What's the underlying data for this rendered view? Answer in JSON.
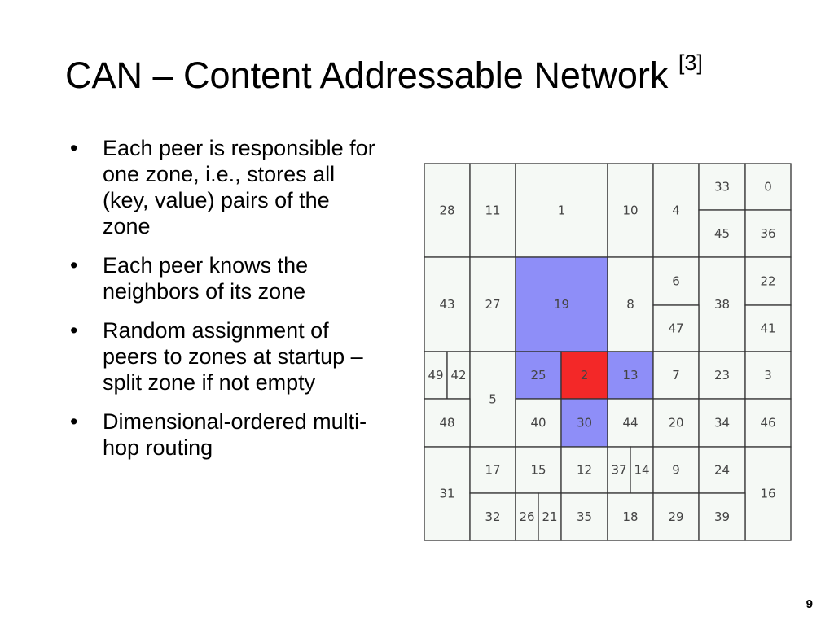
{
  "slide": {
    "title": "CAN – Content Addressable Network",
    "title_ref": "[3]",
    "page_number": "9"
  },
  "bullets": [
    "Each peer is responsible for one zone, i.e., stores all (key, value) pairs of the zone",
    "Each peer knows the neighbors of its zone",
    "Random assignment of peers to zones at startup – split zone if not empty",
    "Dimensional-ordered multi-hop routing"
  ],
  "zone_grid": {
    "colors": {
      "default": "#f5f9f5",
      "highlight_blue": "#8e8ef8",
      "highlight_red": "#f32828",
      "border": "#333333"
    },
    "zones": [
      {
        "label": "28",
        "fill": "default"
      },
      {
        "label": "11",
        "fill": "default"
      },
      {
        "label": "1",
        "fill": "default"
      },
      {
        "label": "10",
        "fill": "default"
      },
      {
        "label": "4",
        "fill": "default"
      },
      {
        "label": "33",
        "fill": "default"
      },
      {
        "label": "0",
        "fill": "default"
      },
      {
        "label": "45",
        "fill": "default"
      },
      {
        "label": "36",
        "fill": "default"
      },
      {
        "label": "43",
        "fill": "default"
      },
      {
        "label": "27",
        "fill": "default"
      },
      {
        "label": "19",
        "fill": "highlight_blue"
      },
      {
        "label": "8",
        "fill": "default"
      },
      {
        "label": "6",
        "fill": "default"
      },
      {
        "label": "38",
        "fill": "default"
      },
      {
        "label": "22",
        "fill": "default"
      },
      {
        "label": "47",
        "fill": "default"
      },
      {
        "label": "41",
        "fill": "default"
      },
      {
        "label": "49",
        "fill": "default"
      },
      {
        "label": "42",
        "fill": "default"
      },
      {
        "label": "5",
        "fill": "default"
      },
      {
        "label": "25",
        "fill": "highlight_blue"
      },
      {
        "label": "2",
        "fill": "highlight_red"
      },
      {
        "label": "13",
        "fill": "highlight_blue"
      },
      {
        "label": "7",
        "fill": "default"
      },
      {
        "label": "23",
        "fill": "default"
      },
      {
        "label": "3",
        "fill": "default"
      },
      {
        "label": "48",
        "fill": "default"
      },
      {
        "label": "40",
        "fill": "default"
      },
      {
        "label": "30",
        "fill": "highlight_blue"
      },
      {
        "label": "44",
        "fill": "default"
      },
      {
        "label": "20",
        "fill": "default"
      },
      {
        "label": "34",
        "fill": "default"
      },
      {
        "label": "46",
        "fill": "default"
      },
      {
        "label": "31",
        "fill": "default"
      },
      {
        "label": "17",
        "fill": "default"
      },
      {
        "label": "15",
        "fill": "default"
      },
      {
        "label": "12",
        "fill": "default"
      },
      {
        "label": "37",
        "fill": "default"
      },
      {
        "label": "14",
        "fill": "default"
      },
      {
        "label": "9",
        "fill": "default"
      },
      {
        "label": "24",
        "fill": "default"
      },
      {
        "label": "16",
        "fill": "default"
      },
      {
        "label": "32",
        "fill": "default"
      },
      {
        "label": "26",
        "fill": "default"
      },
      {
        "label": "21",
        "fill": "default"
      },
      {
        "label": "35",
        "fill": "default"
      },
      {
        "label": "18",
        "fill": "default"
      },
      {
        "label": "29",
        "fill": "default"
      },
      {
        "label": "39",
        "fill": "default"
      }
    ]
  }
}
